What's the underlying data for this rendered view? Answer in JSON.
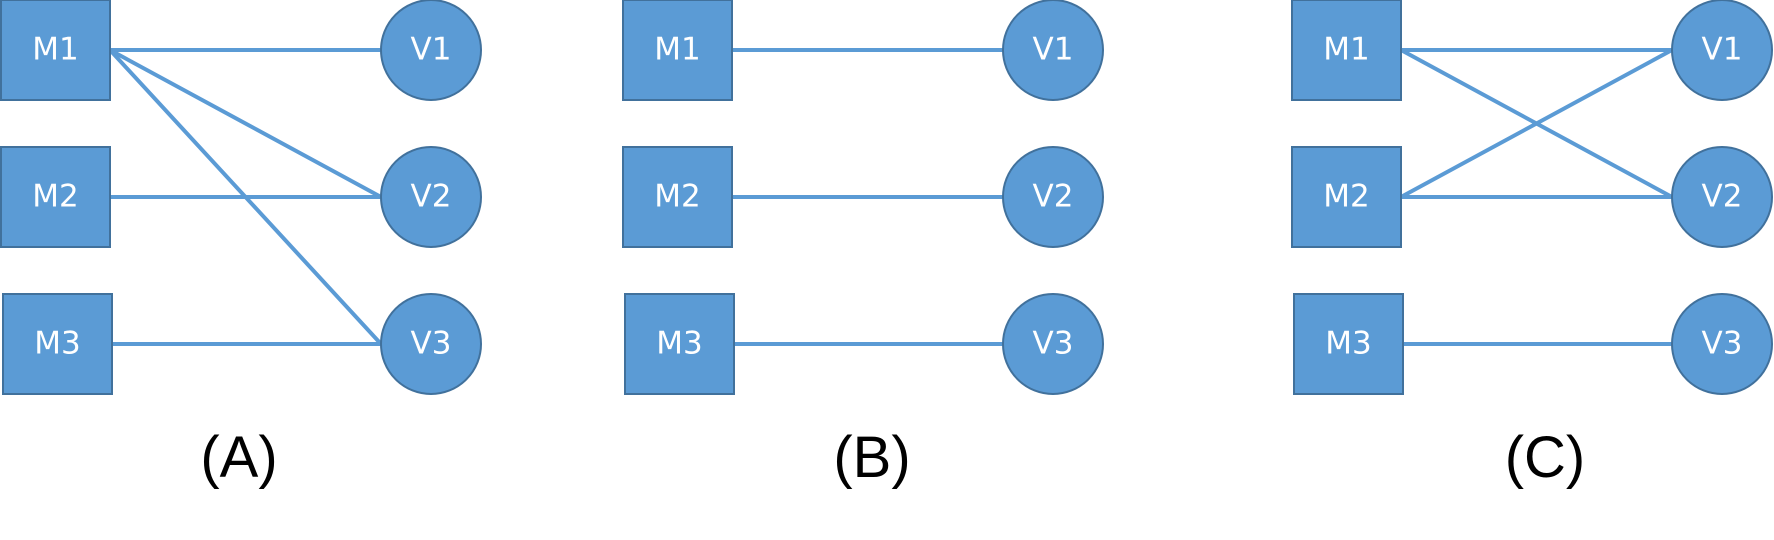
{
  "colors": {
    "node_fill": "#5B9BD5",
    "node_border": "#41719C",
    "edge": "#5B9BD5",
    "caption": "#000000"
  },
  "panels": [
    {
      "caption": "(A)",
      "machines": [
        "M1",
        "M2",
        "M3"
      ],
      "vms": [
        "V1",
        "V2",
        "V3"
      ],
      "edges": [
        {
          "from": "M1",
          "to": "V1"
        },
        {
          "from": "M1",
          "to": "V2"
        },
        {
          "from": "M1",
          "to": "V3"
        },
        {
          "from": "M2",
          "to": "V2"
        },
        {
          "from": "M3",
          "to": "V3"
        }
      ]
    },
    {
      "caption": "(B)",
      "machines": [
        "M1",
        "M2",
        "M3"
      ],
      "vms": [
        "V1",
        "V2",
        "V3"
      ],
      "edges": [
        {
          "from": "M1",
          "to": "V1"
        },
        {
          "from": "M2",
          "to": "V2"
        },
        {
          "from": "M3",
          "to": "V3"
        }
      ]
    },
    {
      "caption": "(C)",
      "machines": [
        "M1",
        "M2",
        "M3"
      ],
      "vms": [
        "V1",
        "V2",
        "V3"
      ],
      "edges": [
        {
          "from": "M1",
          "to": "V1"
        },
        {
          "from": "M1",
          "to": "V2"
        },
        {
          "from": "M2",
          "to": "V1"
        },
        {
          "from": "M2",
          "to": "V2"
        },
        {
          "from": "M3",
          "to": "V3"
        }
      ]
    }
  ]
}
